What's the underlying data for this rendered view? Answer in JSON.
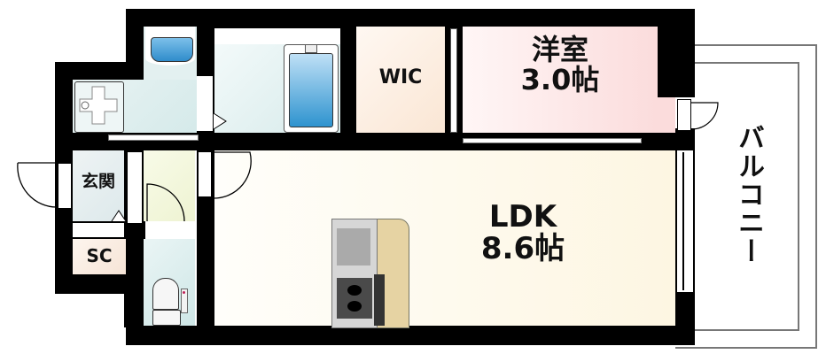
{
  "floorplan": {
    "rooms": {
      "western_room": {
        "name": "洋室",
        "size": "3.0帖"
      },
      "ldk": {
        "name": "LDK",
        "size": "8.6帖"
      },
      "wic": {
        "name": "WIC"
      },
      "entrance": {
        "name": "玄関"
      },
      "shoe_closet": {
        "name": "SC"
      },
      "balcony": {
        "name": "バルコニー"
      }
    },
    "colors": {
      "wall": "#000000",
      "wet_area": "#d8ecec",
      "western_room": "#fbe0e0",
      "wic": "#fbeee2",
      "ldk": "#fdf9ec",
      "entrance": "#e6eef0",
      "hall": "#f1f5dc",
      "kitchen_counter": "#e6d3a3",
      "bathtub": "#4a9fd8"
    }
  }
}
